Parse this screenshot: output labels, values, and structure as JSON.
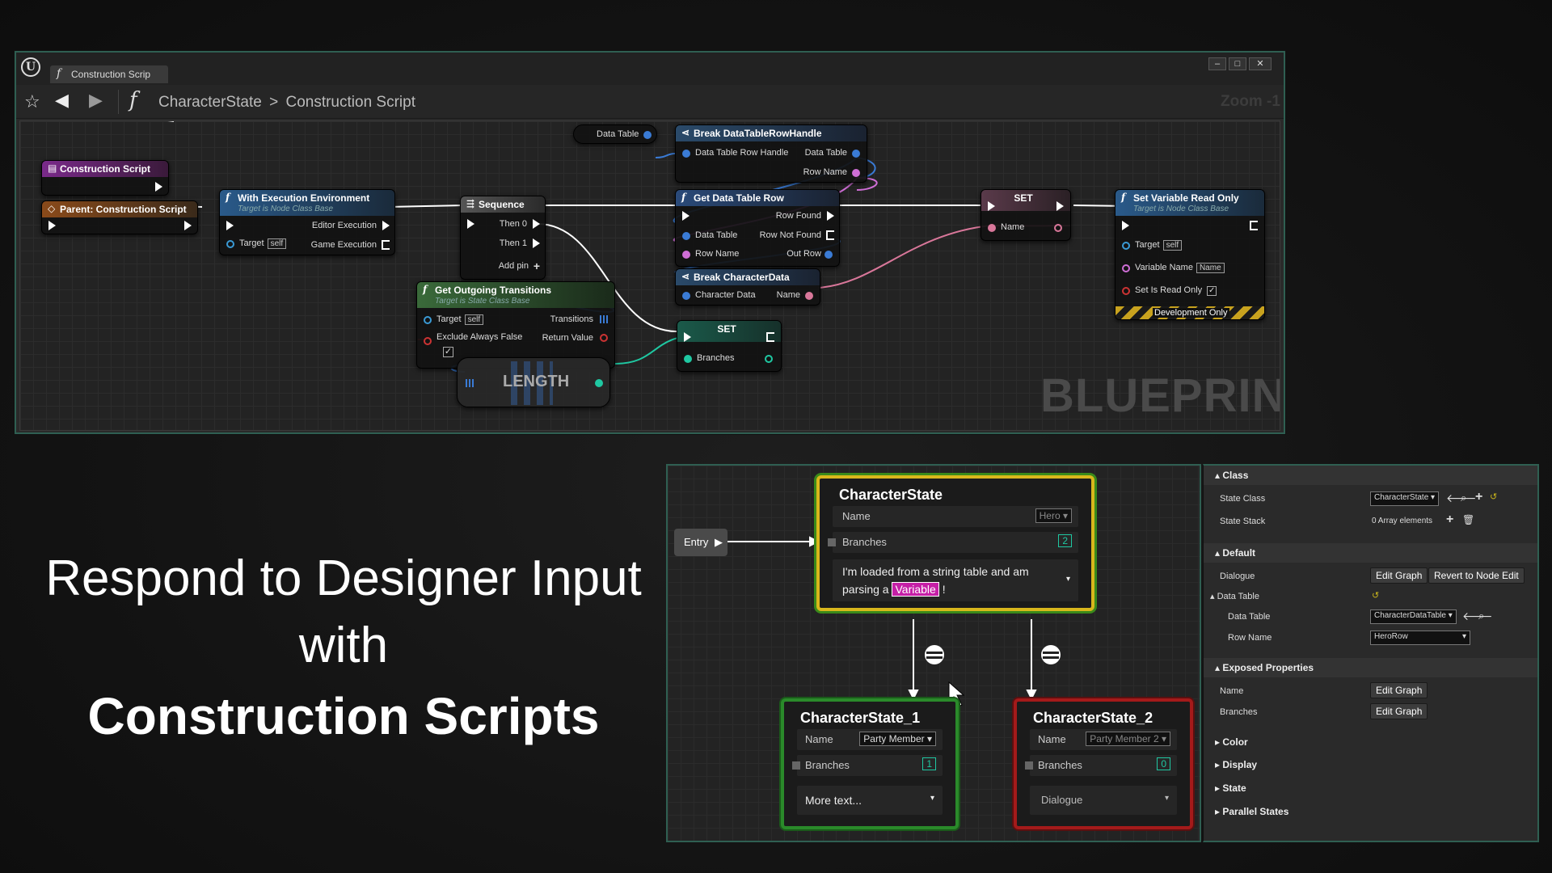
{
  "window": {
    "tab_label": "Construction Scrip",
    "breadcrumb_root": "CharacterState",
    "breadcrumb_sep": ">",
    "breadcrumb_page": "Construction Script",
    "zoom": "Zoom -1",
    "watermark": "BLUEPRINT",
    "minimize": "–",
    "maximize": "□",
    "close": "✕"
  },
  "nodes": {
    "construction_script": {
      "title": "Construction Script"
    },
    "parent_construction": {
      "title": "Parent: Construction Script"
    },
    "with_exec_env": {
      "title": "With Execution Environment",
      "subtitle": "Target is Node Class Base",
      "target": "Target",
      "self": "self",
      "editor_exec": "Editor Execution",
      "game_exec": "Game Execution"
    },
    "sequence": {
      "title": "Sequence",
      "then0": "Then 0",
      "then1": "Then 1",
      "add_pin": "Add pin"
    },
    "data_table_var": {
      "title": "Data Table"
    },
    "break_row_handle": {
      "title": "Break DataTableRowHandle",
      "in": "Data Table Row Handle",
      "out1": "Data Table",
      "out2": "Row Name"
    },
    "get_row": {
      "title": "Get Data Table Row",
      "row_found": "Row Found",
      "row_not_found": "Row Not Found",
      "data_table": "Data Table",
      "row_name": "Row Name",
      "out_row": "Out Row"
    },
    "break_char": {
      "title": "Break CharacterData",
      "in": "Character Data",
      "out": "Name"
    },
    "set_name": {
      "title": "SET",
      "pin": "Name"
    },
    "set_read_only": {
      "title": "Set Variable Read Only",
      "subtitle": "Target is Node Class Base",
      "target": "Target",
      "self": "self",
      "var_name": "Variable Name",
      "var_value": "Name",
      "read_only": "Set Is Read Only",
      "dev": "Development Only"
    },
    "get_outgoing": {
      "title": "Get Outgoing Transitions",
      "subtitle": "Target is State Class Base",
      "target": "Target",
      "self": "self",
      "transitions": "Transitions",
      "exclude": "Exclude Always False",
      "return": "Return Value"
    },
    "set_branches": {
      "title": "SET",
      "pin": "Branches"
    },
    "length": {
      "title": "LENGTH"
    }
  },
  "headline": {
    "line1": "Respond to Designer Input",
    "line2": "with",
    "line3": "Construction Scripts"
  },
  "state_machine": {
    "entry": "Entry",
    "main_state": {
      "title": "CharacterState",
      "name_label": "Name",
      "name_value": "Hero",
      "branches_label": "Branches",
      "branches_count": "2",
      "dialogue_pre": "I'm loaded from a string table and am parsing a",
      "dialogue_var": "Variable",
      "dialogue_post": "!"
    },
    "state1": {
      "title": "CharacterState_1",
      "name_label": "Name",
      "name_value": "Party Member",
      "branches_label": "Branches",
      "branches_count": "1",
      "dialogue": "More text..."
    },
    "state2": {
      "title": "CharacterState_2",
      "name_label": "Name",
      "name_value": "Party Member 2",
      "branches_label": "Branches",
      "branches_count": "0",
      "dialogue": "Dialogue"
    }
  },
  "details": {
    "class_section": "Class",
    "state_class_label": "State Class",
    "state_class_value": "CharacterState",
    "state_stack_label": "State Stack",
    "state_stack_value": "0 Array elements",
    "default_section": "Default",
    "dialogue_label": "Dialogue",
    "edit_graph": "Edit Graph",
    "revert": "Revert to Node Edit",
    "data_table_group": "Data Table",
    "data_table_label": "Data Table",
    "data_table_value": "CharacterDataTable",
    "row_name_label": "Row Name",
    "row_name_value": "HeroRow",
    "exposed_section": "Exposed Properties",
    "exp_name_label": "Name",
    "exp_branches_label": "Branches",
    "color_section": "Color",
    "display_section": "Display",
    "state_section": "State",
    "parallel_section": "Parallel States"
  }
}
